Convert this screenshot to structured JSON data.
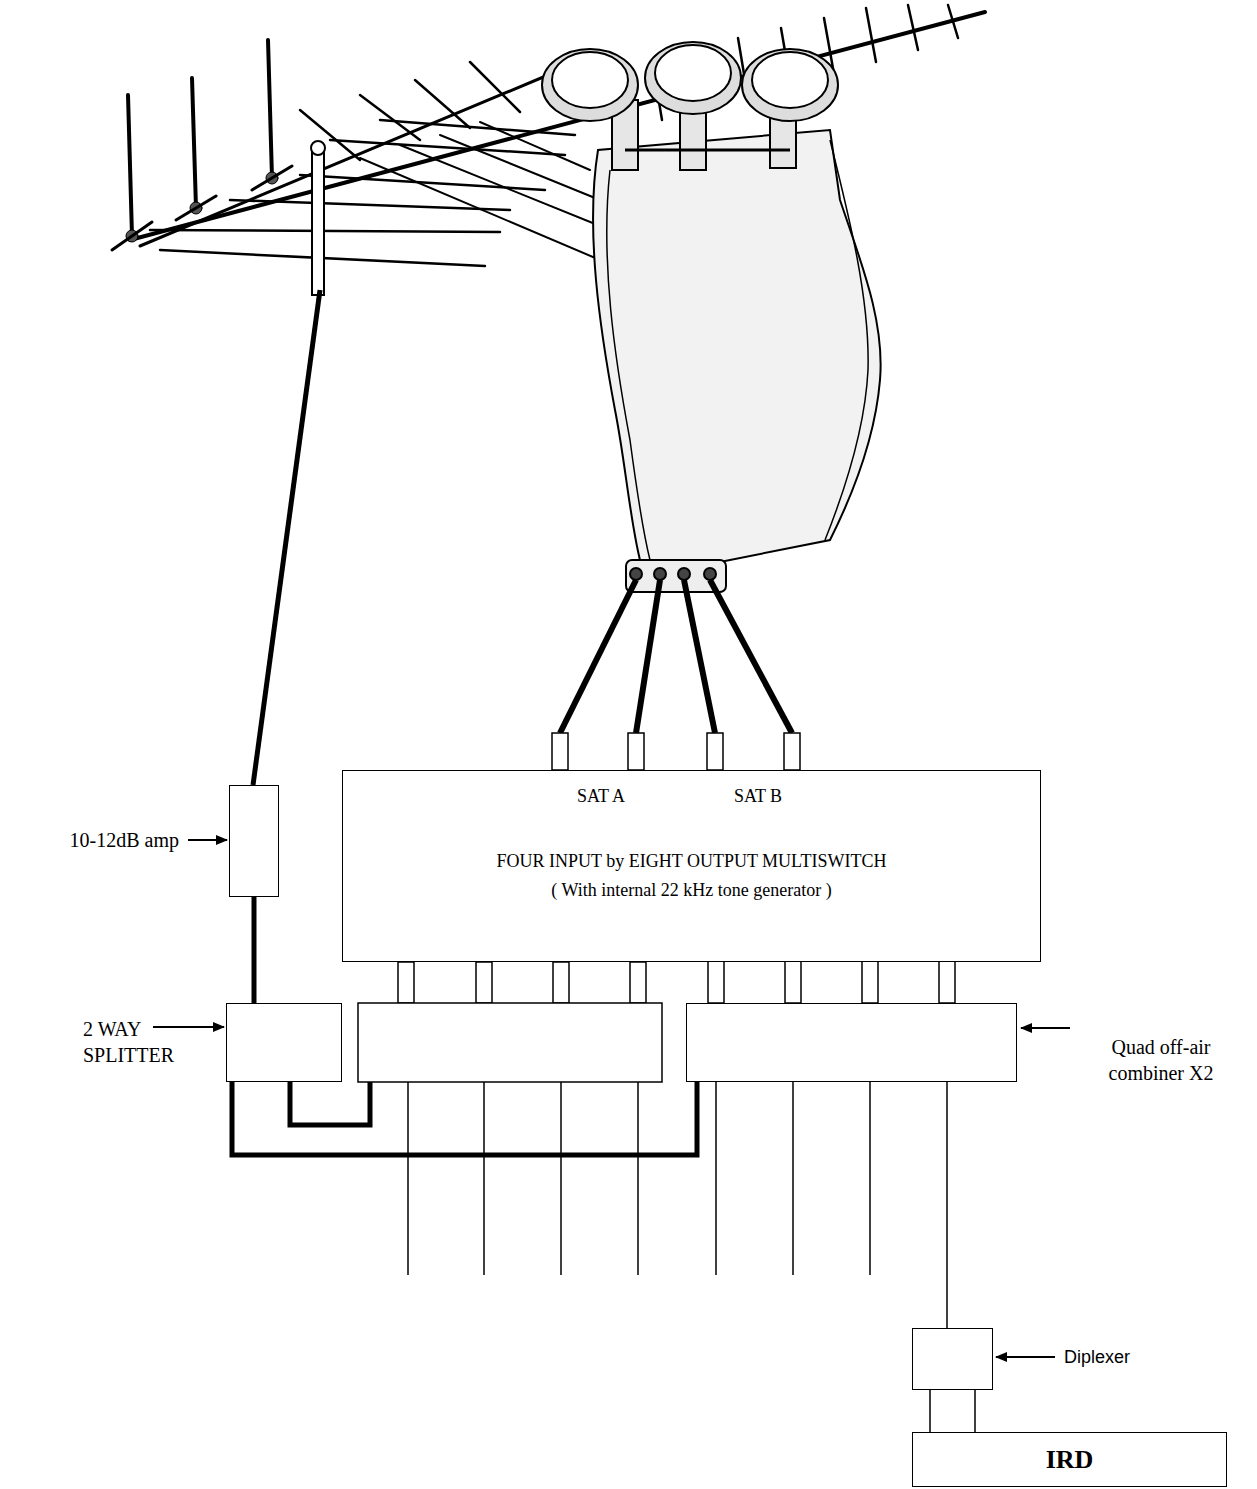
{
  "diagram": {
    "nodes": [
      {
        "text": [
          "10-12dB amp"
        ]
      },
      {
        "text": [
          "2 WAY SPLITTER"
        ]
      },
      {
        "text": [
          "SAT A",
          "SAT B",
          "FOUR INPUT by EIGHT OUTPUT MULTISWITCH",
          "( With internal 22 kHz tone generator )"
        ]
      },
      {
        "text": [
          "Quad off-air combiner X2"
        ]
      },
      {
        "text": [
          "Diplexer"
        ]
      },
      {
        "text": [
          "IRD"
        ]
      }
    ],
    "edges": [
      {
        "from": 0,
        "to": 1,
        "arrow": "none"
      },
      {
        "from": 1,
        "to": 3,
        "arrow": "none"
      },
      {
        "from": 2,
        "to": 3,
        "arrow": "none"
      },
      {
        "from": 3,
        "to": 4,
        "arrow": "none"
      },
      {
        "from": 4,
        "to": 5,
        "arrow": "none"
      }
    ]
  }
}
